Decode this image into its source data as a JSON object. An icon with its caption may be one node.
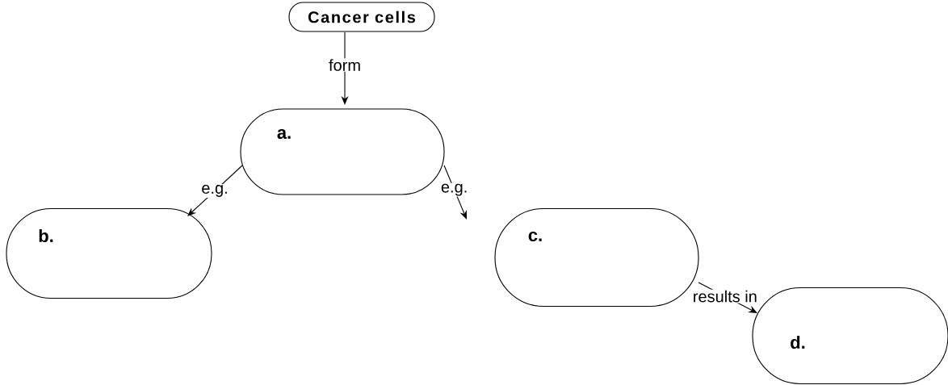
{
  "diagram": {
    "nodes": [
      {
        "text": [
          "Cancer cells"
        ]
      },
      {
        "text": [
          "a."
        ]
      },
      {
        "text": [
          "b."
        ]
      },
      {
        "text": [
          "c."
        ]
      },
      {
        "text": [
          "d."
        ]
      }
    ],
    "edges": [
      {
        "from": 0,
        "to": 1,
        "arrow": "to",
        "label": "form"
      },
      {
        "from": 1,
        "to": 2,
        "arrow": "to",
        "label": "e.g."
      },
      {
        "from": 1,
        "to": 3,
        "arrow": "to",
        "label": "e.g."
      },
      {
        "from": 3,
        "to": 4,
        "arrow": "to",
        "label": "results in"
      }
    ]
  }
}
